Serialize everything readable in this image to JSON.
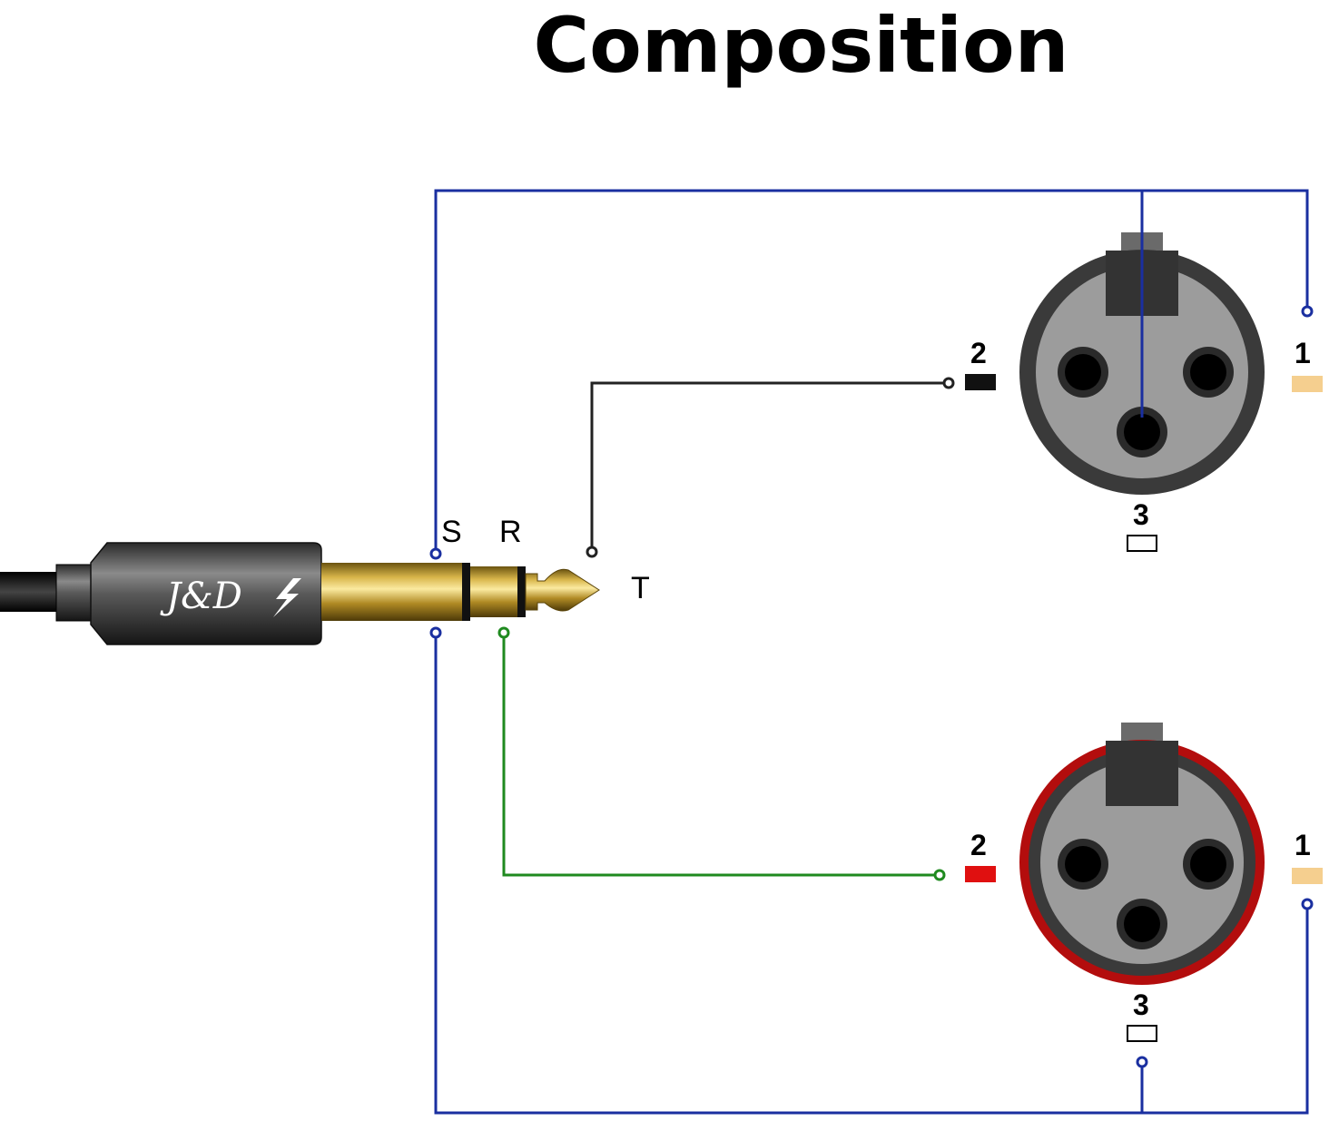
{
  "title": "Composition",
  "plug": {
    "brand": "J&D",
    "contacts": {
      "sleeve": "S",
      "ring": "R",
      "tip": "T"
    }
  },
  "xlr_top": {
    "pin1": "1",
    "pin2": "2",
    "pin3": "3",
    "shell_color": "#3a3a3a"
  },
  "xlr_bottom": {
    "pin1": "1",
    "pin2": "2",
    "pin3": "3",
    "shell_color": "#b30d0d"
  },
  "colors": {
    "sleeve_wire": "#1a2fa0",
    "tip_wire": "#222222",
    "ring_wire": "#1f8a1f",
    "pin1_marker": "#f5cf8f",
    "pin2_top_marker": "#111111",
    "pin2_bottom_marker": "#e01010"
  }
}
